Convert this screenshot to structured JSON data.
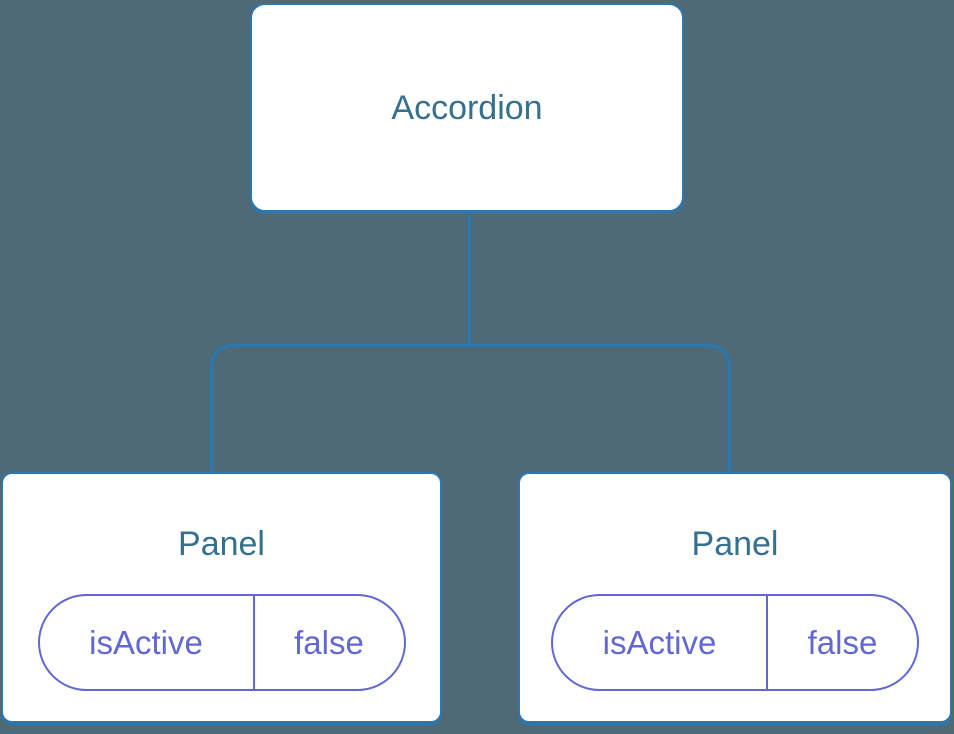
{
  "colors": {
    "background": "#4d6a76",
    "line": "#2c77ad",
    "box_bg": "#ffffff",
    "title_text": "#35708e",
    "pill": "#6167d3"
  },
  "tree": {
    "root": {
      "label": "Accordion"
    },
    "children": [
      {
        "label": "Panel",
        "state_key": "isActive",
        "state_value": "false"
      },
      {
        "label": "Panel",
        "state_key": "isActive",
        "state_value": "false"
      }
    ]
  }
}
